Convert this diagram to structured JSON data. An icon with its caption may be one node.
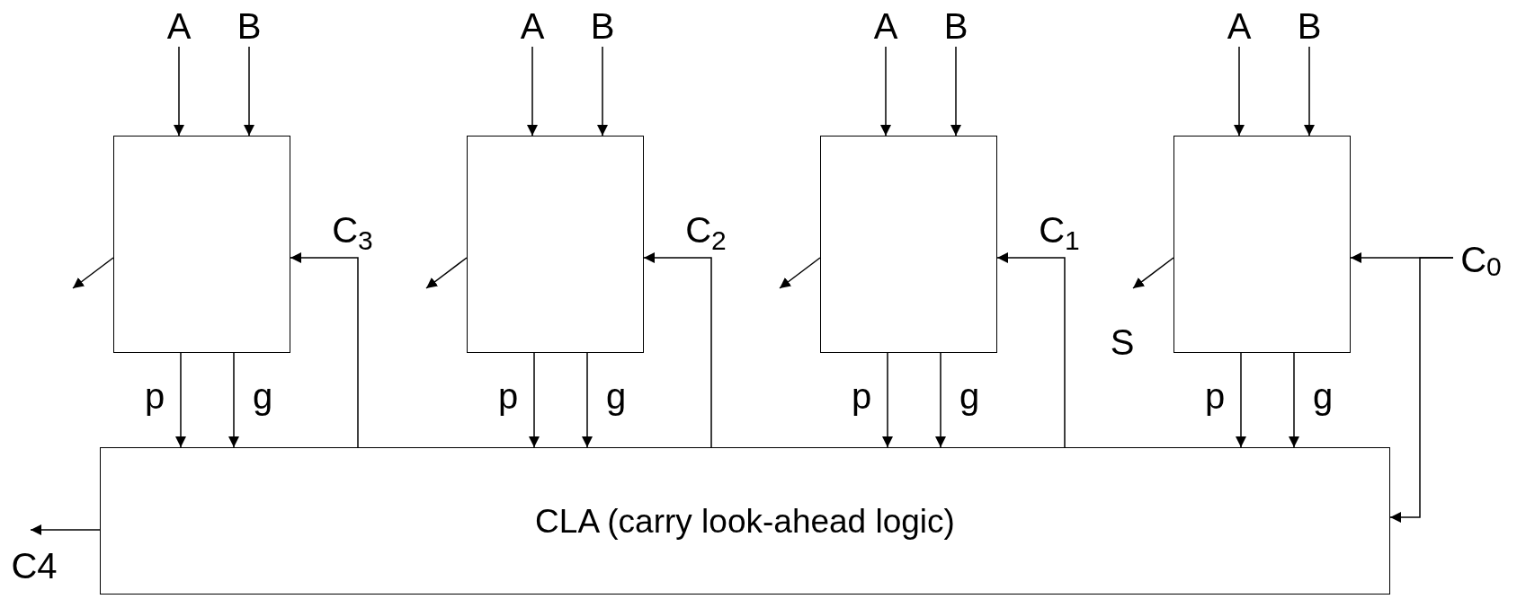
{
  "diagram": {
    "nodes": [
      {
        "text": [
          "A"
        ]
      },
      {
        "text": [
          "B"
        ]
      },
      {
        "text": [
          "A"
        ]
      },
      {
        "text": [
          "B"
        ]
      },
      {
        "text": [
          "A"
        ]
      },
      {
        "text": [
          "B"
        ]
      },
      {
        "text": [
          "A"
        ]
      },
      {
        "text": [
          "B"
        ]
      },
      {
        "text": [],
        "shape": "box"
      },
      {
        "text": [],
        "shape": "box"
      },
      {
        "text": [],
        "shape": "box"
      },
      {
        "text": [],
        "shape": "box"
      },
      {
        "text": [
          "C$_{0}$"
        ]
      },
      {
        "text": [
          "CLA (carry look-ahead logic)"
        ]
      }
    ],
    "edges": [
      {
        "from": 0,
        "to": 8,
        "arrow": "to"
      },
      {
        "from": 1,
        "to": 8,
        "arrow": "to"
      },
      {
        "from": 2,
        "to": 9,
        "arrow": "to"
      },
      {
        "from": 3,
        "to": 9,
        "arrow": "to"
      },
      {
        "from": 4,
        "to": 10,
        "arrow": "to"
      },
      {
        "from": 5,
        "to": 10,
        "arrow": "to"
      },
      {
        "from": 6,
        "to": 11,
        "arrow": "to"
      },
      {
        "from": 7,
        "to": 11,
        "arrow": "to"
      },
      {
        "from": 8,
        "to": null,
        "arrow": "to"
      },
      {
        "from": 9,
        "to": null,
        "arrow": "to"
      },
      {
        "from": 10,
        "to": null,
        "arrow": "to"
      },
      {
        "from": 11,
        "to": null,
        "arrow": "to",
        "label": "S"
      },
      {
        "from": 8,
        "to": 13,
        "arrow": "to",
        "label": "p"
      },
      {
        "from": 8,
        "to": 13,
        "arrow": "to",
        "label": "g"
      },
      {
        "from": 9,
        "to": 13,
        "arrow": "to",
        "label": "p"
      },
      {
        "from": 9,
        "to": 13,
        "arrow": "to",
        "label": "g"
      },
      {
        "from": 10,
        "to": 13,
        "arrow": "to",
        "label": "p"
      },
      {
        "from": 10,
        "to": 13,
        "arrow": "to",
        "label": "g"
      },
      {
        "from": 11,
        "to": 13,
        "arrow": "to",
        "label": "p"
      },
      {
        "from": 11,
        "to": 13,
        "arrow": "to",
        "label": "g"
      },
      {
        "from": 13,
        "to": 8,
        "arrow": "to",
        "label": "C$_{3}$"
      },
      {
        "from": 13,
        "to": 9,
        "arrow": "to",
        "label": "C$_{2}$"
      },
      {
        "from": 13,
        "to": 10,
        "arrow": "to",
        "label": "C$_{1}$"
      },
      {
        "from": 12,
        "to": 11,
        "arrow": "to"
      },
      {
        "from": 12,
        "to": 13,
        "arrow": "to"
      },
      {
        "from": 13,
        "to": null,
        "arrow": "to",
        "label": "C4"
      }
    ]
  }
}
